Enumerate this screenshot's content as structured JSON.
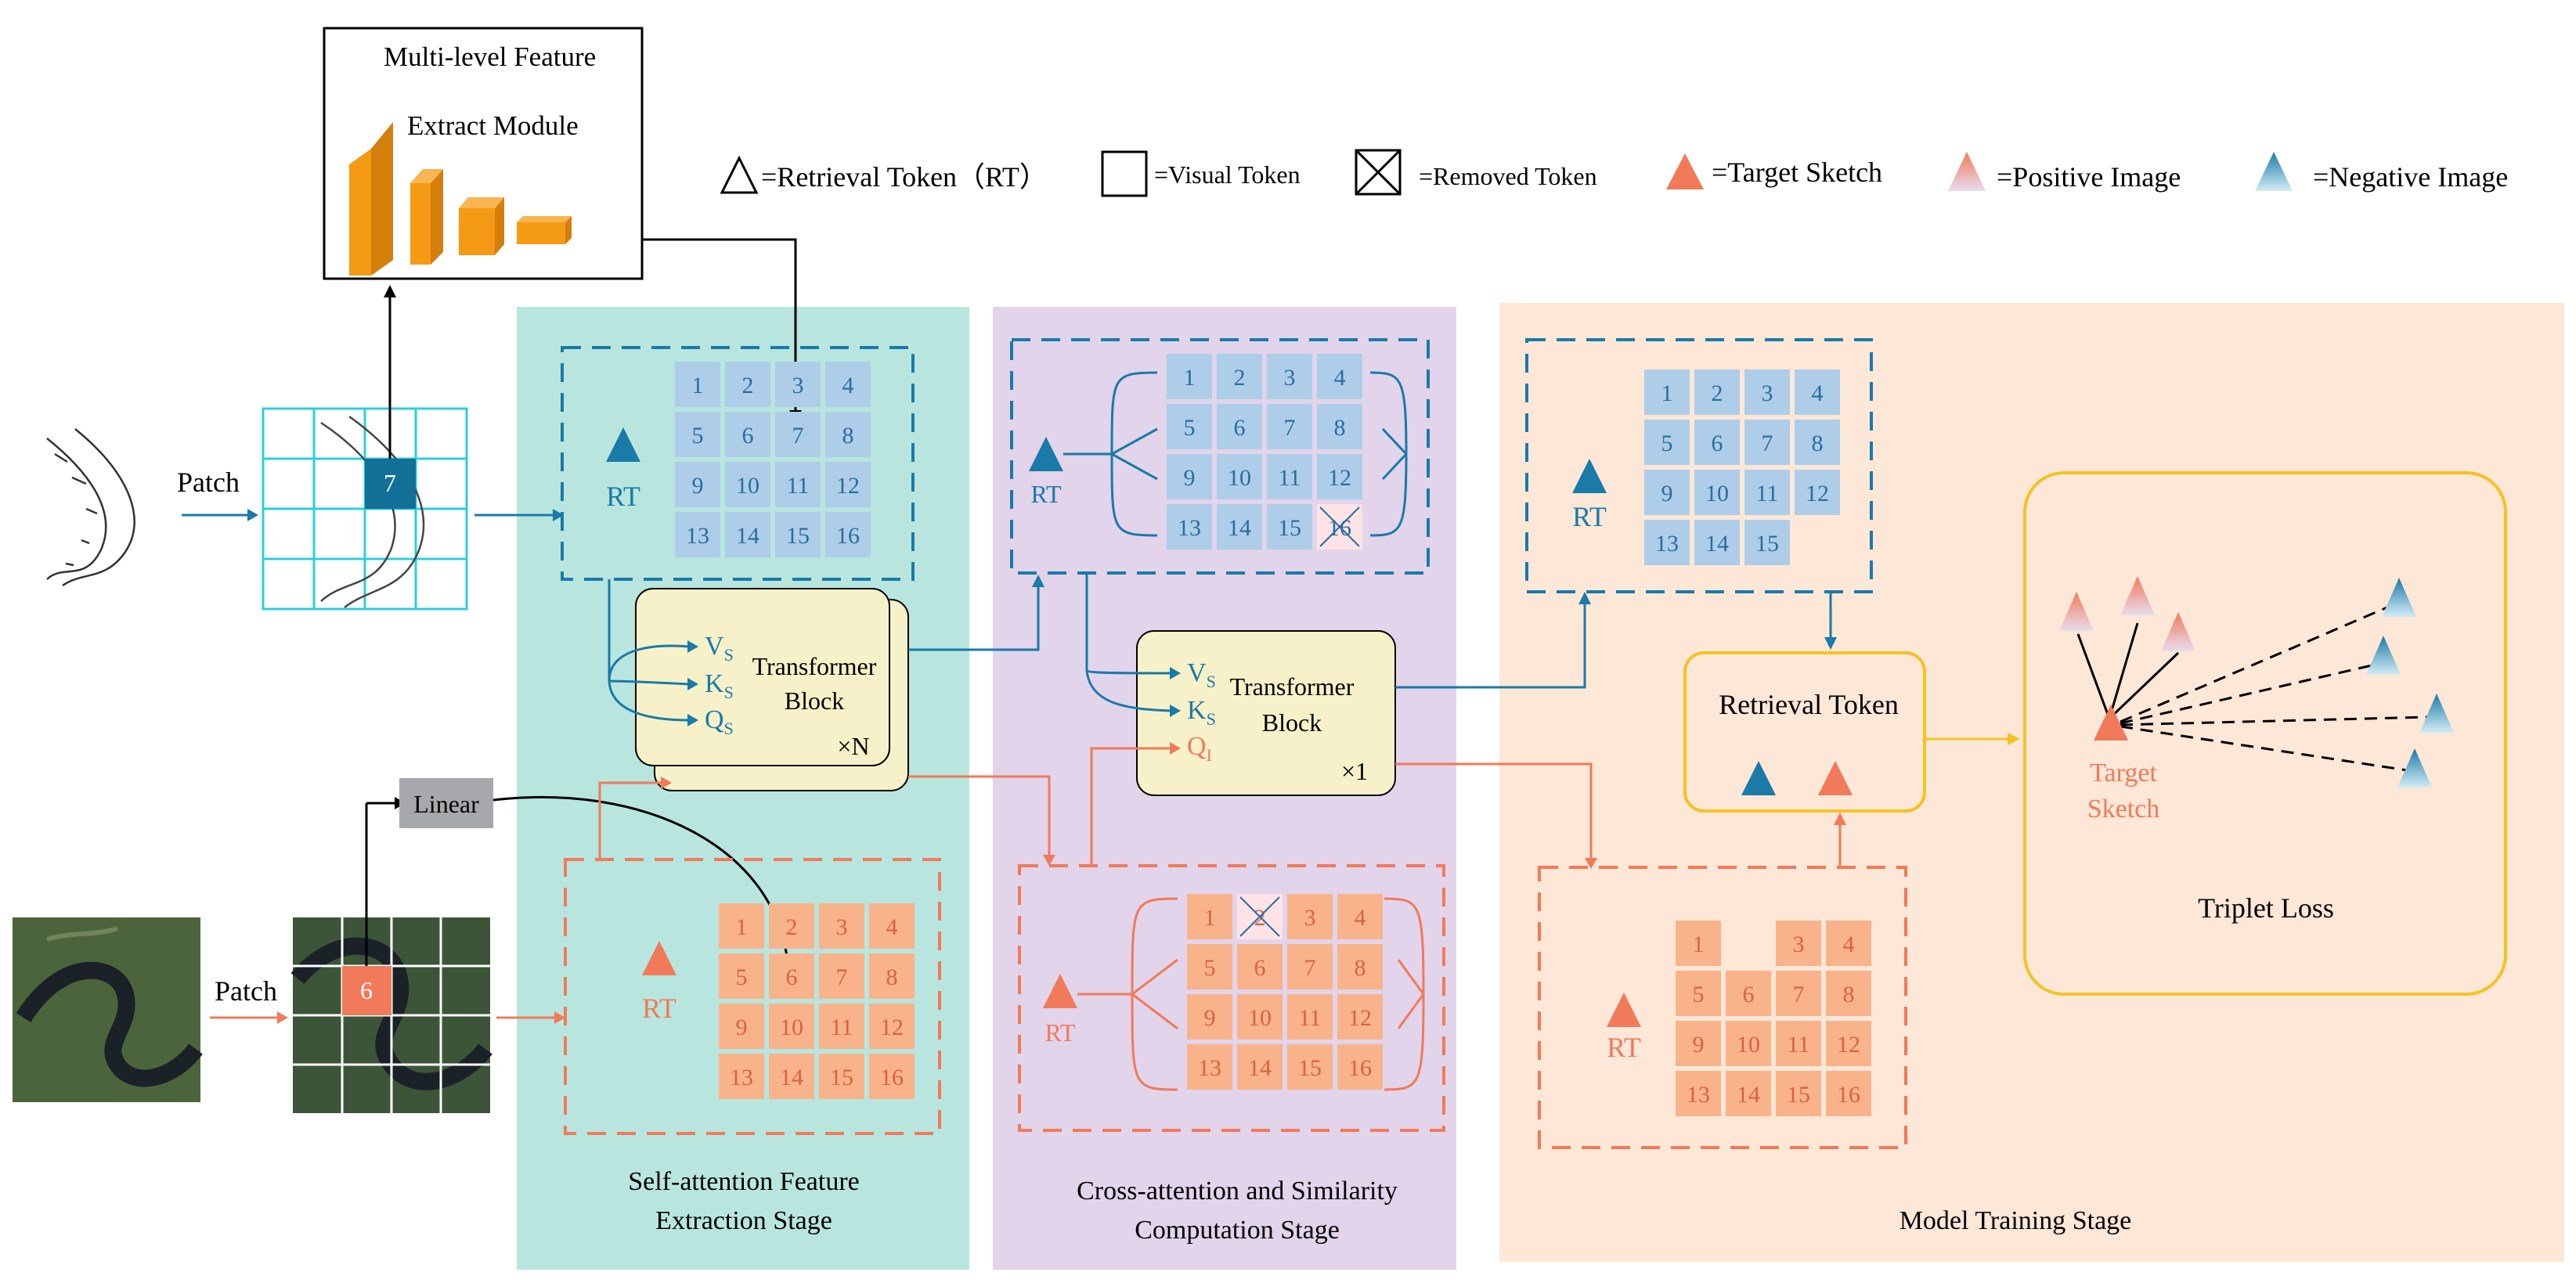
{
  "colors": {
    "blue": "#1a7aa8",
    "tileBlue": "#aecde9",
    "tileBlueText": "#2a6d9e",
    "orange": "#f07a5a",
    "tileOrange": "#f9b38a",
    "tileOrangeText": "#d9623f",
    "cyan": "#2ecfd8",
    "stage1": "#b8e6df",
    "stage2": "#e2d4ea",
    "stage3": "#fde7d7",
    "transformer": "#f7f1c9",
    "yellow": "#f5c224",
    "grayBox": "#a6a8ab",
    "featureOrange": "#f59a15"
  },
  "feature_module": {
    "line1": "Multi-level Feature",
    "line2": "Extract Module"
  },
  "legend": {
    "retrieval_token": "=Retrieval Token（RT）",
    "visual_token": "=Visual Token",
    "removed_token": "=Removed Token",
    "target_sketch": "=Target Sketch",
    "positive_image": "=Positive Image",
    "negative_image": "=Negative Image"
  },
  "patch_label": "Patch",
  "sketch_highlight": "7",
  "image_highlight": "6",
  "linear_label": "Linear",
  "rt_label": "RT",
  "stage1": {
    "title_line1": "Self-attention Feature",
    "title_line2": "Extraction Stage",
    "transformer_line1": "Transformer",
    "transformer_line2": "Block",
    "repeat": "×N",
    "v": "V",
    "k": "K",
    "q": "Q",
    "sub": "S"
  },
  "stage2": {
    "title_line1": "Cross-attention and Similarity",
    "title_line2": "Computation Stage",
    "transformer_line1": "Transformer",
    "transformer_line2": "Block",
    "repeat": "×1",
    "v": "V",
    "k": "K",
    "q": "Q",
    "sub_vk": "S",
    "sub_q": "I"
  },
  "stage3": {
    "title": "Model Training Stage",
    "retrieval_token": "Retrieval Token",
    "target_line1": "Target",
    "target_line2": "Sketch",
    "triplet_loss": "Triplet Loss"
  },
  "tokens_16": [
    "1",
    "2",
    "3",
    "4",
    "5",
    "6",
    "7",
    "8",
    "9",
    "10",
    "11",
    "12",
    "13",
    "14",
    "15",
    "16"
  ],
  "tokens_sketch_kept": [
    "1",
    "2",
    "3",
    "4",
    "5",
    "6",
    "7",
    "8",
    "9",
    "10",
    "11",
    "12",
    "13",
    "14",
    "15"
  ],
  "tokens_image_kept": [
    "1",
    "3",
    "4",
    "5",
    "6",
    "7",
    "8",
    "9",
    "10",
    "11",
    "12",
    "13",
    "14",
    "15",
    "16"
  ]
}
